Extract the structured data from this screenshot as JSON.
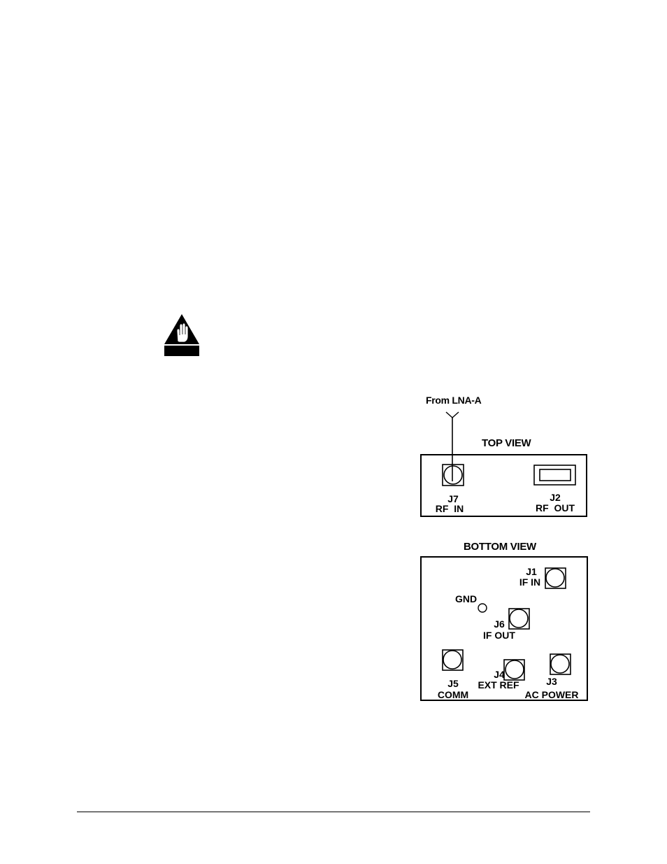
{
  "diagram": {
    "source_label": "From LNA-A",
    "top_view": {
      "title": "TOP VIEW",
      "j7_id": "J7",
      "j7_name": "RF  IN",
      "j2_id": "J2",
      "j2_name": "RF  OUT"
    },
    "bottom_view": {
      "title": "BOTTOM VIEW",
      "j1_id": "J1",
      "j1_name": "IF IN",
      "gnd": "GND",
      "j6_id": "J6",
      "j6_name": "IF OUT",
      "j5_id": "J5",
      "j5_name": "COMM",
      "j4_id": "J4",
      "j4_name": "EXT REF",
      "j3_id": "J3",
      "j3_name": "AC POWER"
    }
  },
  "icons": {
    "warning": "caution-hand-icon"
  }
}
